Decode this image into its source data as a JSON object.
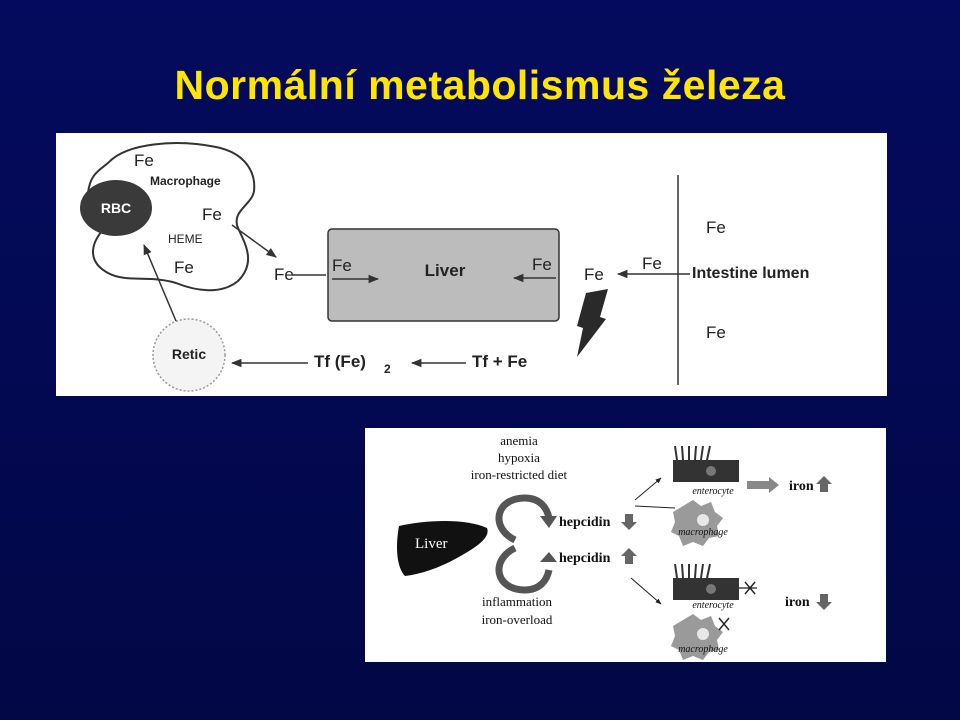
{
  "slide": {
    "title": "Normální metabolismus železa"
  },
  "top_diagram": {
    "rbc": "RBC",
    "macrophage": "Macrophage",
    "heme": "HEME",
    "fe": "Fe",
    "liver": "Liver",
    "intestine": "Intestine lumen",
    "retic": "Retic",
    "tf_fe2": "Tf (Fe)",
    "tf_fe2_sub": "2",
    "tf_plus_fe": "Tf + Fe"
  },
  "bottom_diagram": {
    "liver": "Liver",
    "triggers_low": [
      "anemia",
      "hypoxia",
      "iron-restricted diet"
    ],
    "triggers_high": [
      "inflammation",
      "iron-overload"
    ],
    "hepcidin": "hepcidin",
    "enterocyte": "enterocyte",
    "macrophage": "macrophage",
    "iron": "iron"
  },
  "colors": {
    "background": "#040b5e",
    "title": "#ffe600",
    "liver_box": "#bcbcbc"
  }
}
